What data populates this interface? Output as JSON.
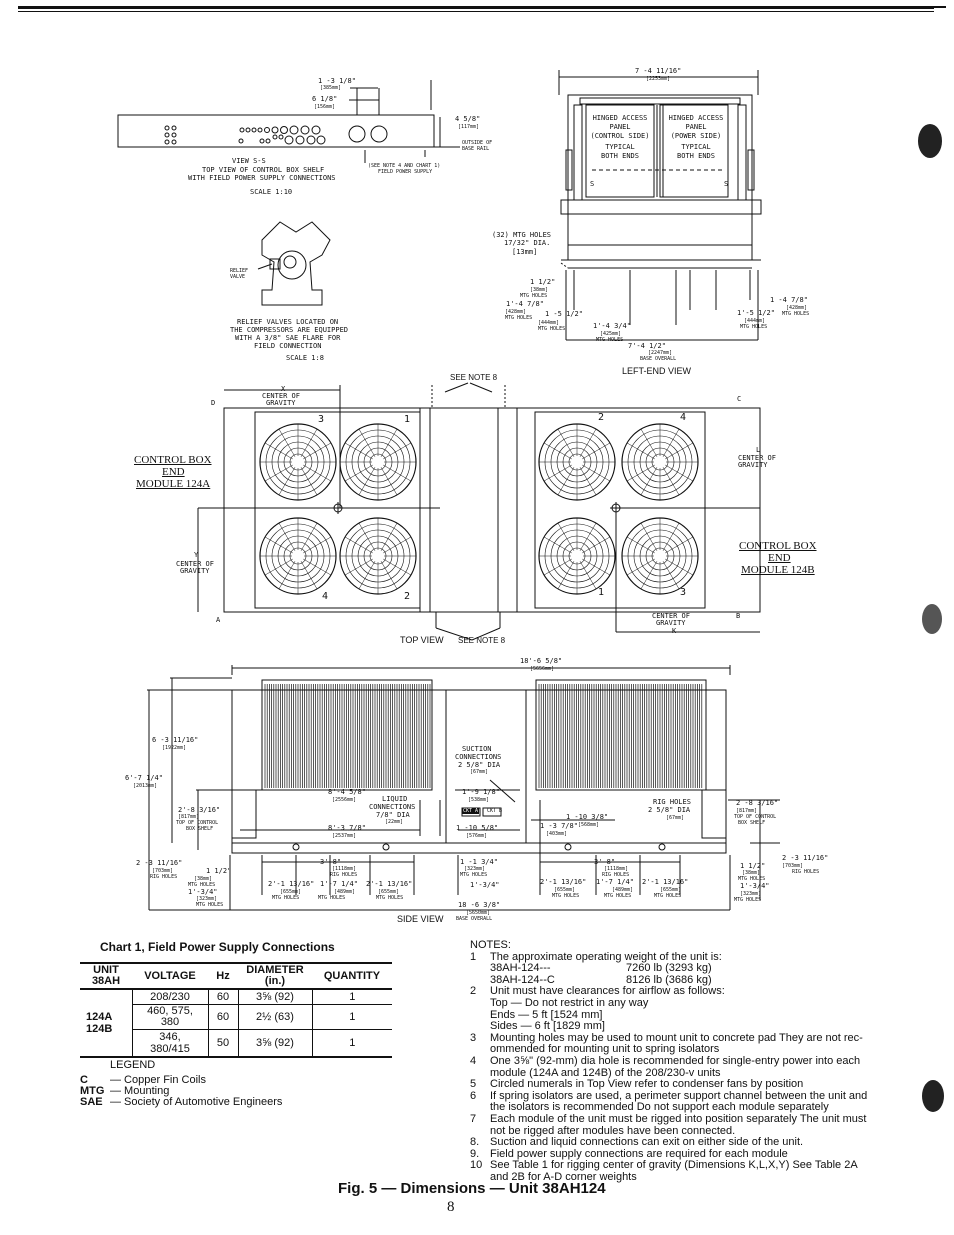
{
  "view_ss": {
    "dim_1_3_18": "1 -3 1/8\"",
    "dim_1_3_18_mm": "[385mm]",
    "dim_6_18": "6 1/8\"",
    "dim_6_18_mm": "[156mm]",
    "dim_4_58": "4 5/8\"",
    "dim_4_58_mm": "[117mm]",
    "outside_base_rail": [
      "OUTSIDE OF",
      "BASE RAIL"
    ],
    "note_field": [
      "(SEE NOTE 4 AND CHART 1)",
      "FIELD POWER SUPPLY"
    ],
    "title": "VIEW S-S",
    "caption": [
      "TOP VIEW OF CONTROL BOX SHELF",
      "WITH FIELD POWER SUPPLY CONNECTIONS"
    ],
    "scale": "SCALE 1:10"
  },
  "relief": {
    "label": [
      "RELIEF",
      "VALVE"
    ],
    "caption": [
      "RELIEF VALVES LOCATED ON",
      "THE COMPRESSORS ARE EQUIPPED",
      "WITH A 3/8\" SAE FLARE FOR",
      "FIELD CONNECTION"
    ],
    "scale": "SCALE 1:8"
  },
  "left_end": {
    "dim_top": "7 -4 11/16\"",
    "dim_top_mm": "[2253mm]",
    "panel_left": [
      "HINGED ACCESS",
      "PANEL",
      "(CONTROL SIDE)",
      "TYPICAL",
      "BOTH ENDS"
    ],
    "panel_right": [
      "HINGED ACCESS",
      "PANEL",
      "(POWER SIDE)",
      "TYPICAL",
      "BOTH ENDS"
    ],
    "section_s": "S",
    "mtg_holes": [
      "(32) MTG HOLES",
      "17/32\" DIA.",
      "[13mm]"
    ],
    "dims": [
      {
        "t": "1 1/2\"",
        "mm": "[38mm]",
        "n": "MTG HOLES"
      },
      {
        "t": "1'-4 7/8\"",
        "mm": "[428mm]",
        "n": "MTG HOLES"
      },
      {
        "t": "1 -5 1/2\"",
        "mm": "[444mm]",
        "n": "MTG HOLES"
      },
      {
        "t": "1'-4 3/4\"",
        "mm": "[425mm]",
        "n": "MTG HOLES"
      },
      {
        "t": "1 -4 7/8\"",
        "mm": "[428mm]",
        "n": "MTG HOLES"
      },
      {
        "t": "1'-5 1/2\"",
        "mm": "[444mm]",
        "n": "MTG HOLES"
      }
    ],
    "base": "7'-4 1/2\"",
    "base_mm": "[2247mm]",
    "base_note": "BASE OVERALL",
    "title": "LEFT-END VIEW"
  },
  "top_view": {
    "see_note_8_top": "SEE NOTE 8",
    "see_note_8_bot": "SEE NOTE 8",
    "x_label": [
      "X",
      "CENTER OF",
      "GRAVITY"
    ],
    "y_label": [
      "Y",
      "CENTER OF",
      "GRAVITY"
    ],
    "k_label": [
      "CENTER OF",
      "GRAVITY",
      "K"
    ],
    "l_label": [
      "L",
      "CENTER OF",
      "GRAVITY"
    ],
    "corners": {
      "a": "A",
      "b": "B",
      "c": "C",
      "d": "D"
    },
    "module_a": [
      "CONTROL BOX",
      "END",
      "MODULE 124A"
    ],
    "module_b": [
      "CONTROL BOX",
      "END",
      "MODULE 124B"
    ],
    "fan_nums_a": [
      "3",
      "1",
      "4",
      "2"
    ],
    "fan_nums_b": [
      "2",
      "4",
      "1",
      "3"
    ],
    "title": "TOP VIEW"
  },
  "side_view": {
    "overall": "18'-6 5/8\"",
    "overall_mm": "[5656mm]",
    "h1": "6 -3 11/16\"",
    "h1_mm": "[1922mm]",
    "h2": "6'-7 1/4\"",
    "h2_mm": "[2013mm]",
    "h3": "2'-8 3/16\"",
    "h3_mm": "[817mm]",
    "h3_note": [
      "TOP OF CONTROL",
      "BOX SHELF"
    ],
    "suction": [
      "SUCTION",
      "CONNECTIONS",
      "2 5/8\" DIA",
      "[67mm]"
    ],
    "liquid": [
      "LIQUID",
      "CONNECTIONS",
      "7/8\" DIA",
      "[22mm]"
    ],
    "d8_4": "8'-4 5/8\"",
    "d8_4_mm": "[2556mm]",
    "d8_3": "8'-3 7/8\"",
    "d8_3_mm": "[2537mm]",
    "d1_9": "1'-9 1/8\"",
    "d1_9_mm": "[538mm]",
    "d1_10": "1 -10 5/8\"",
    "d1_10_mm": "[576mm]",
    "ckt_a": "CKT A",
    "ckt_b": "CKT B",
    "d1_10_38": "1 -10 3/8\"",
    "d1_10_38_mm": "[568mm]",
    "d1_3_78": "1 -3 7/8\"",
    "d1_3_78_mm": "[403mm]",
    "rig": [
      "RIG HOLES",
      "2 5/8\" DIA",
      "[67mm]"
    ],
    "r_h3": "2 -8 3/16\"",
    "r_h3_mm": "[817mm]",
    "r_h3_note": [
      "TOP OF CONTROL",
      "BOX SHELF"
    ],
    "l_2_3": "2 -3 11/16\"",
    "l_2_3_mm": "[703mm]",
    "l_2_3_n": "RIG HOLES",
    "l_1_12": "1 1/2\"",
    "l_1_12_mm": "[38mm]",
    "l_1_12_n": "MTG HOLES",
    "l_1_3_34": "1'-3/4\"",
    "l_1_3_34_mm": "[323mm]",
    "l_1_3_34_n": "MTG HOLES",
    "s_3_8": "3'-8\"",
    "s_3_8b": "3'-8\"",
    "s_1_118": "[1118mm]",
    "s_rig": "RIG HOLES",
    "s_2_1_13": "2'-1 13/16\"",
    "s_2_1_13_mm": "[655mm]",
    "s_1_7": "1'-7 1/4\"",
    "s_1_7_mm": "[489mm]",
    "s_2_1_13b": "2'-1 13/16\"",
    "s_2_1_13b_mm": "[655mm]",
    "s_1_34": "1 -1 3/4\"",
    "s_1_34_mm": "[323mm]",
    "s_mtg": "MTG HOLES",
    "r_1_12": "1 1/2\"",
    "r_1_12_mm": "[38mm]",
    "r_2_3": "2 -3 11/16\"",
    "r_2_3_mm": "[703mm]",
    "r_rig": "RIG HOLES",
    "r_1_3_34": "1'-3/4\"",
    "r_1_3_34_mm": "[323mm]",
    "base": "18 -6 3/8\"",
    "base_mm": "[5650mm]",
    "base_note": "BASE OVERALL",
    "title": "SIDE VIEW"
  },
  "chart": {
    "title": "Chart 1, Field Power Supply Connections",
    "headers": [
      "UNIT 38AH",
      "VOLTAGE",
      "Hz",
      "DIAMETER (in.)",
      "QUANTITY"
    ],
    "unit": [
      "124A",
      "124B"
    ],
    "rows": [
      [
        "208/230",
        "60",
        "3⅝ (92)",
        "1"
      ],
      [
        "460, 575, 380",
        "60",
        "2½ (63)",
        "1"
      ],
      [
        "346, 380/415",
        "50",
        "3⅝ (92)",
        "1"
      ]
    ]
  },
  "legend": {
    "title": "LEGEND",
    "items": [
      {
        "abbr": "C",
        "text": "— Copper Fin Coils"
      },
      {
        "abbr": "MTG",
        "text": "— Mounting"
      },
      {
        "abbr": "SAE",
        "text": "— Society of Automotive Engineers"
      }
    ]
  },
  "notes": {
    "title": "NOTES:",
    "n1": "The approximate operating weight of the unit is:",
    "w1a": "38AH-124---",
    "w1b": "7260 lb (3293 kg)",
    "w2a": "38AH-124--C",
    "w2b": "8126 lb (3686 kg)",
    "n2": "Unit must have clearances for airflow as follows:",
    "n2a": "Top — Do not restrict in any way",
    "n2b": "Ends — 5 ft [1524 mm]",
    "n2c": "Sides — 6 ft [1829 mm]",
    "n3": "Mounting holes may be used to mount unit to concrete pad They are not rec-ommended for mounting unit to spring isolators",
    "n4": "One 3⅝\" (92-mm) dia hole is recommended for single-entry power into each module (124A and 124B) of the 208/230-v units",
    "n5": "Circled numerals in Top View refer to condenser fans by position",
    "n6": "If spring isolators are used, a perimeter support channel between the unit and the isolators is recommended Do not support each module separately",
    "n7": "Each module of the unit must be rigged into position separately The unit must not be rigged after modules have been connected.",
    "n8": "Suction and liquid connections can exit on either side of the unit.",
    "n9": "Field power supply connections are required for each module",
    "n10": "See Table 1 for rigging center of gravity (Dimensions K,L,X,Y) See Table 2A and 2B for A-D corner weights",
    "nums": [
      "1",
      "2",
      "3",
      "4",
      "5",
      "6",
      "7",
      "8.",
      "9.",
      "10"
    ]
  },
  "figure_title": "Fig. 5 — Dimensions — Unit 38AH124",
  "page_number": "8"
}
